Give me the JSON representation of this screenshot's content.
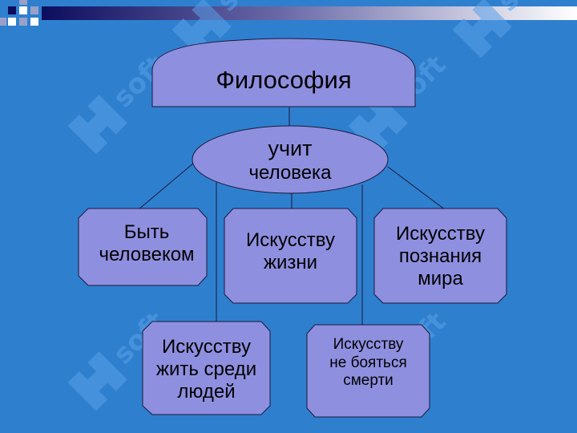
{
  "slide": {
    "background_color": "#2f7fcf",
    "node_fill": "#8f8fe0",
    "node_stroke": "#1a1a3a",
    "watermark": "soft"
  },
  "diagram": {
    "root": {
      "lines": [
        "Философия"
      ]
    },
    "center": {
      "lines": [
        "учит",
        "человека"
      ]
    },
    "nodes": [
      {
        "id": "byt-chelovekom",
        "lines": [
          "Быть",
          "человеком"
        ]
      },
      {
        "id": "iskusstvo-zhizni",
        "lines": [
          "Искусству",
          "жизни"
        ]
      },
      {
        "id": "iskusstvo-poznaniya-mira",
        "lines": [
          "Искусству",
          "познания",
          "мира"
        ]
      },
      {
        "id": "iskusstvo-zhit-sredi-lyudey",
        "lines": [
          "Искусству",
          "жить среди",
          "людей"
        ]
      },
      {
        "id": "iskusstvo-ne-boyatsya-smerti",
        "lines": [
          "Искусству",
          "не бояться",
          "смерти"
        ]
      }
    ]
  }
}
